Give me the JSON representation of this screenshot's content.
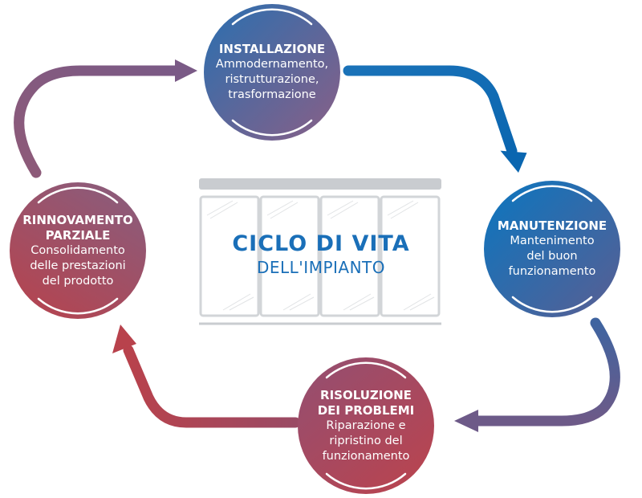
{
  "title": {
    "line1": "CICLO DI VITA",
    "line2": "DELL'IMPIANTO"
  },
  "stages": [
    {
      "id": "installazione",
      "title": "INSTALLAZIONE",
      "desc": [
        "Ammodernamento,",
        "ristrutturazione,",
        "trasformazione"
      ]
    },
    {
      "id": "manutenzione",
      "title": "MANUTENZIONE",
      "desc": [
        "Mantenimento",
        "del buon",
        "funzionamento"
      ]
    },
    {
      "id": "risoluzione",
      "title": "RISOLUZIONE\nDEI PROBLEMI",
      "desc": [
        "Riparazione e",
        "ripristino del",
        "funzionamento"
      ]
    },
    {
      "id": "rinnovamento",
      "title": "RINNOVAMENTO\nPARZIALE",
      "desc": [
        "Consolidamento",
        "delle prestazioni",
        "del prodotto"
      ]
    }
  ],
  "colors": {
    "blue": "#0a72b8",
    "purple": "#6e5a86",
    "red": "#b8434e",
    "title": "#1a6fb8",
    "window_frame": "#c9ccd0"
  }
}
